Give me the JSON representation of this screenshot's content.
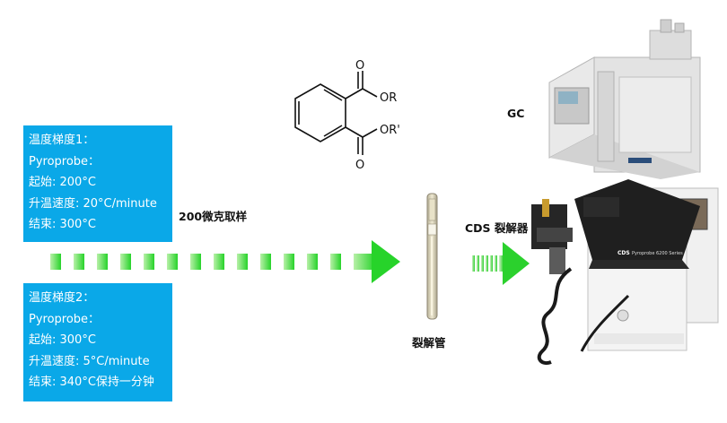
{
  "gradient1": {
    "title": "温度梯度1：",
    "instrument": "Pyroprobe：",
    "start": "起始: 200°C",
    "rate": "升温速度: 20°C/minute",
    "end": "结束: 300°C"
  },
  "gradient2": {
    "title": "温度梯度2：",
    "instrument": "Pyroprobe：",
    "start": "起始: 300°C",
    "rate": "升温速度: 5°C/minute",
    "end": "结束: 340°C保持一分钟"
  },
  "labels": {
    "sample": "200微克取样",
    "pyrolyzer": "CDS 裂解器",
    "tube": "裂解管",
    "gc": "GC"
  },
  "molecule": {
    "substituent_top": "OR",
    "substituent_bottom": "OR'",
    "oxygen": "O"
  },
  "device": {
    "brand": "CDS",
    "model": "Pyroprobe 6200 Series"
  },
  "colors": {
    "box": "#0aa8e8",
    "arrow_green": "#27d32a"
  }
}
